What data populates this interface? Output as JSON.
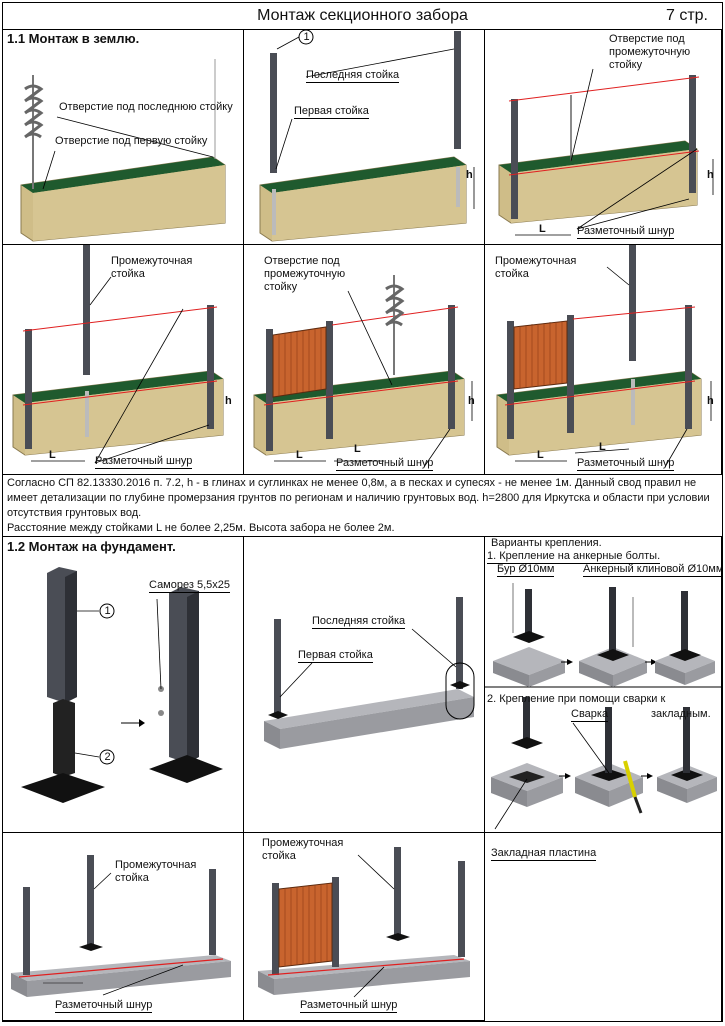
{
  "header": {
    "title": "Монтаж секционного забора",
    "page": "7 стр."
  },
  "section1": {
    "title": "1.1  Монтаж в землю."
  },
  "panel1": {
    "hole_last": "Отверстие под последнюю стойку",
    "hole_first": "Отверстие под первую стойку"
  },
  "panel2": {
    "marker": "1",
    "last_post": "Последняя стойка",
    "first_post": "Первая стойка",
    "h": "h"
  },
  "panel3": {
    "hole_mid": "Отверстие под промежуточную стойку",
    "L": "L",
    "h": "h",
    "cord": "Разметочный шнур"
  },
  "panel4": {
    "mid_post": "Промежуточная стойка",
    "L": "L",
    "h": "h",
    "cord": "Разметочный шнур"
  },
  "panel5": {
    "hole_mid": "Отверстие под промежуточную стойку",
    "L1": "L",
    "L2": "L",
    "h": "h",
    "cord": "Разметочный шнур"
  },
  "panel6": {
    "mid_post": "Промежуточная стойка",
    "L1": "L",
    "L2": "L",
    "h": "h",
    "cord": "Разметочный шнур"
  },
  "note": {
    "line1": "Согласно СП 82.13330.2016 п. 7.2, h - в глинах и суглинках не менее 0,8м, а в песках и супесях - не менее 1м. Данный свод правил не имеет детализации по глубине промерзания грунтов по регионам и наличию грунтовых вод. h=2800 для Иркутска и области при условии отсутствия грунтовых вод.",
    "line2": "Расстояние между стойками L не более 2,25м. Высота забора не более 2м."
  },
  "section2": {
    "title": "1.2 Монтаж на фундамент."
  },
  "panel7": {
    "marker1": "1",
    "marker2": "2",
    "screw": "Саморез 5,5х25"
  },
  "panel8": {
    "last_post": "Последняя стойка",
    "first_post": "Первая стойка"
  },
  "panel9": {
    "variants": "Варианты крепления.",
    "opt1": "1. Крепление на анкерные болты.",
    "drill": "Бур Ø10мм",
    "anchor": "Анкерный клиновой Ø10мм",
    "opt2a": "2. Крепление   при   помощи   сварки  к",
    "weld": "Сварка",
    "opt2b": "закладным.",
    "plate": "Закладная пластина"
  },
  "panel10": {
    "mid_post": "Промежуточная стойка",
    "cord": "Разметочный шнур"
  },
  "panel11": {
    "mid_post": "Промежуточная стойка",
    "cord": "Разметочный шнур"
  },
  "colors": {
    "soil": "#cfbd88",
    "grass": "#1f5a2e",
    "post": "#4a4d55",
    "panel": "#c8642e",
    "cord": "#e02020",
    "concrete": "#9a9ba0"
  }
}
